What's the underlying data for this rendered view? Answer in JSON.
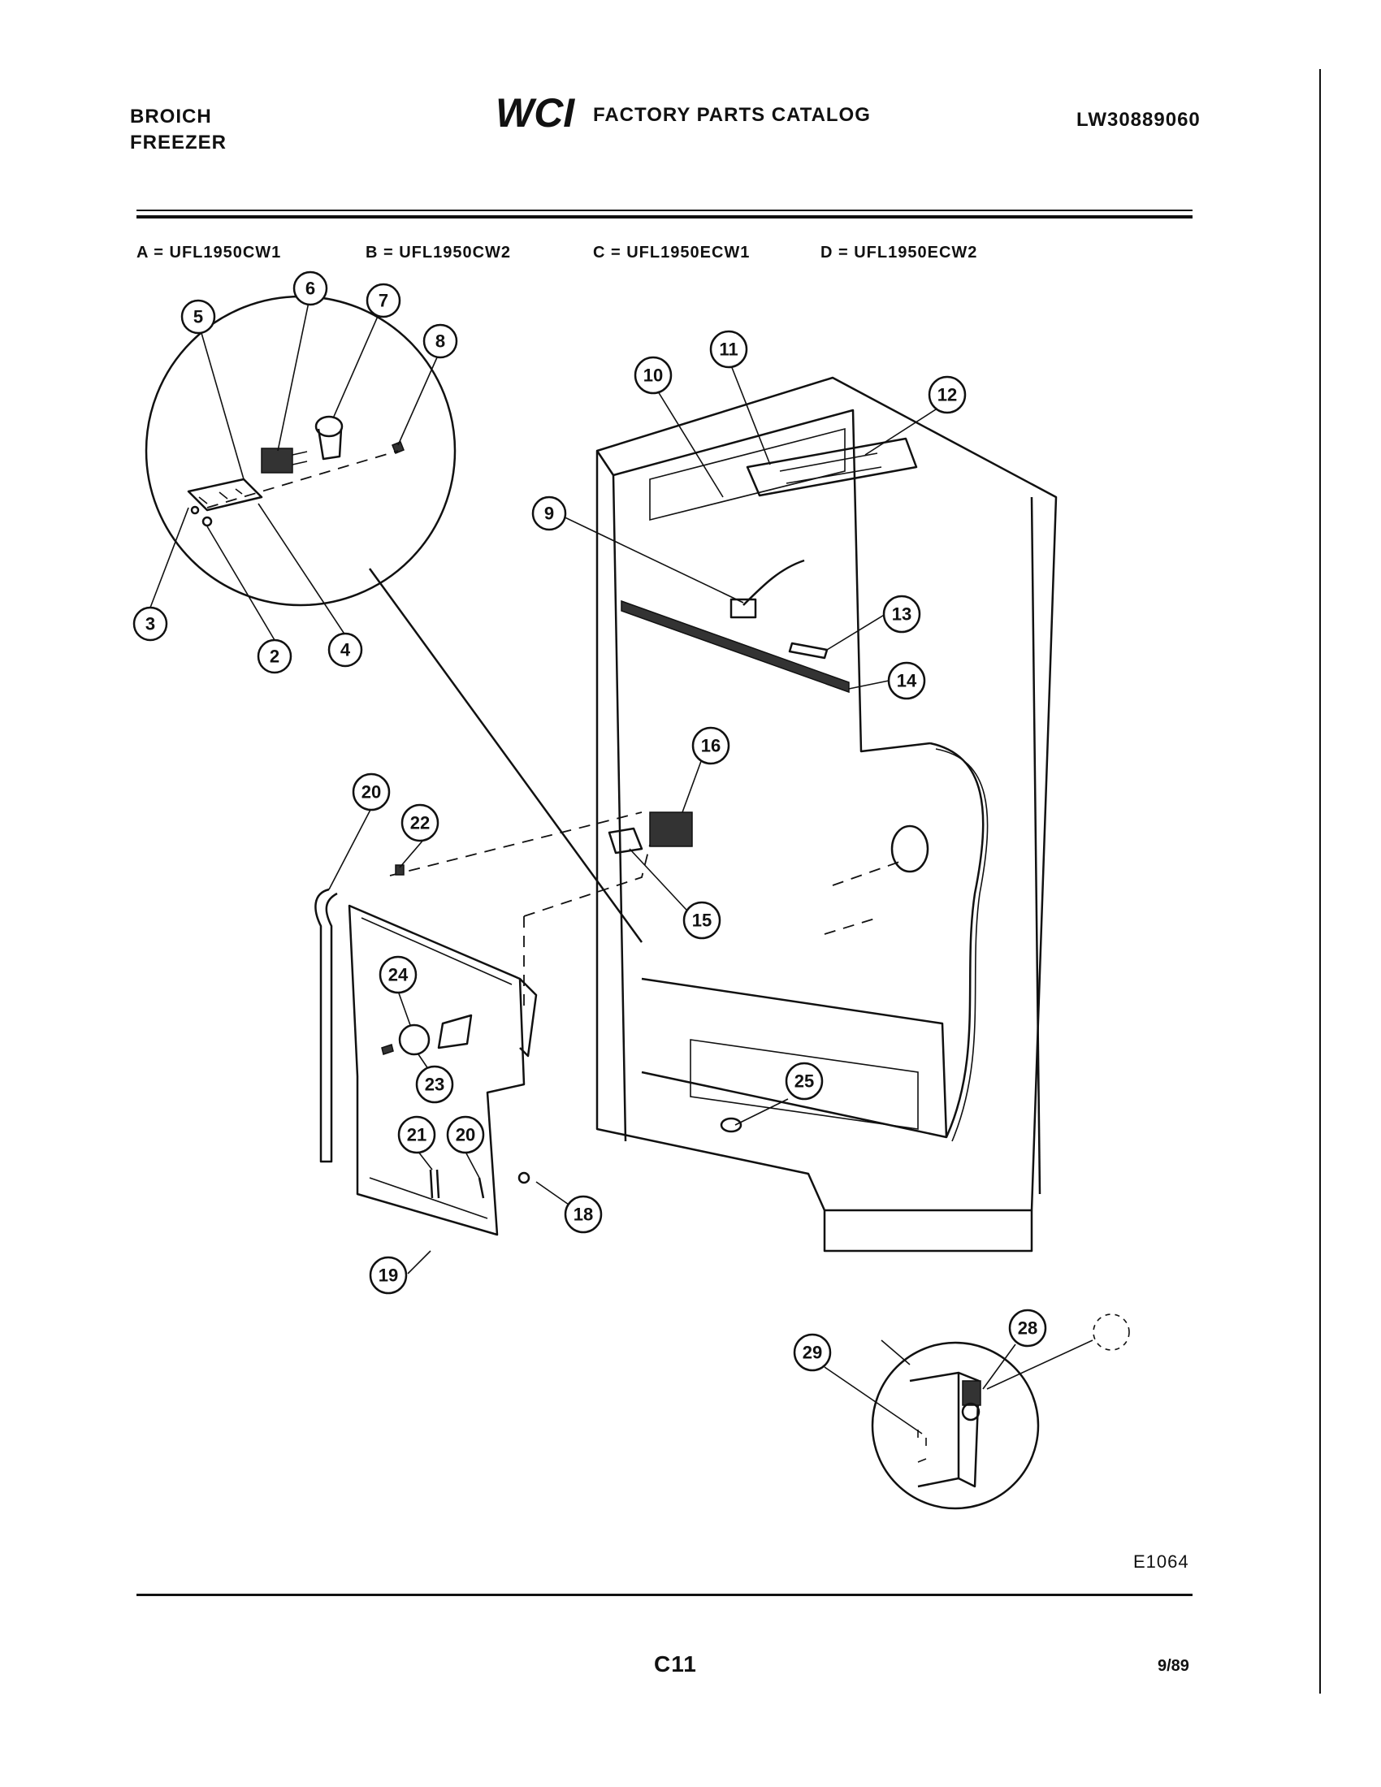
{
  "header": {
    "brand_line1": "BROICH",
    "brand_line2": "FREEZER",
    "logo_text": "WCI",
    "catalog_title": "FACTORY PARTS CATALOG",
    "catalog_number": "LW30889060"
  },
  "models": [
    {
      "label": "A = UFL1950CW1"
    },
    {
      "label": "B = UFL1950CW2"
    },
    {
      "label": "C = UFL1950ECW1"
    },
    {
      "label": "D = UFL1950ECW2"
    }
  ],
  "callouts": [
    "2",
    "3",
    "4",
    "5",
    "6",
    "7",
    "8",
    "9",
    "10",
    "11",
    "12",
    "13",
    "14",
    "15",
    "16",
    "18",
    "19",
    "20",
    "20",
    "21",
    "22",
    "23",
    "24",
    "25",
    "28",
    "29"
  ],
  "footer": {
    "diagram_code": "E1064",
    "page_number": "C11",
    "date": "9/89"
  }
}
